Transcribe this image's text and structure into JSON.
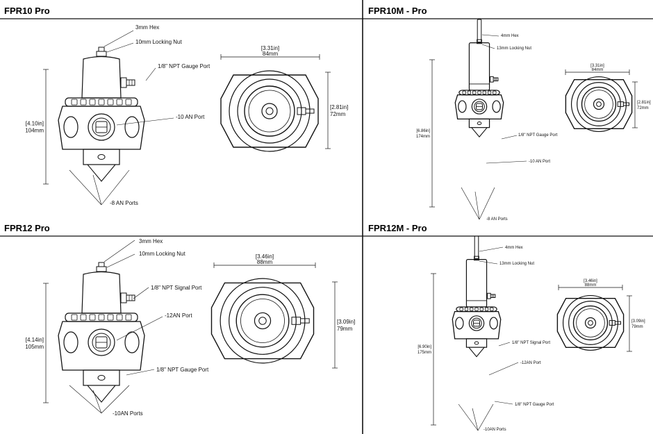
{
  "colors": {
    "line": "#111111",
    "background": "#ffffff"
  },
  "panels": [
    {
      "title": "FPR10 Pro",
      "side_labels": {
        "hex": "3mm Hex",
        "nut": "10mm Locking Nut",
        "gauge": "1/8\" NPT Gauge Port",
        "port": "-10 AN Port",
        "bottom": "-8 AN Ports"
      },
      "dims": {
        "height_in": "[4.10in]",
        "height_mm": "104mm",
        "width_in": "[3.31in]",
        "width_mm": "84mm",
        "top_h_in": "[2.81in]",
        "top_h_mm": "72mm"
      }
    },
    {
      "title": "FPR10M - Pro",
      "side_labels": {
        "hex": "4mm Hex",
        "nut": "13mm Locking Nut",
        "gauge": "1/8\" NPT Gauge Port",
        "port": "-10 AN Port",
        "bottom": "-8 AN Ports"
      },
      "dims": {
        "height_in": "[6.86in]",
        "height_mm": "174mm",
        "width_in": "[3.31in]",
        "width_mm": "84mm",
        "top_h_in": "[2.81in]",
        "top_h_mm": "72mm"
      }
    },
    {
      "title": "FPR12 Pro",
      "side_labels": {
        "hex": "3mm Hex",
        "nut": "10mm Locking Nut",
        "signal": "1/8\" NPT Signal Port",
        "port": "-12AN Port",
        "gauge": "1/8\" NPT Gauge Port",
        "bottom": "-10AN Ports"
      },
      "dims": {
        "height_in": "[4.14in]",
        "height_mm": "105mm",
        "width_in": "[3.46in]",
        "width_mm": "88mm",
        "top_h_in": "[3.09in]",
        "top_h_mm": "79mm"
      }
    },
    {
      "title": "FPR12M - Pro",
      "side_labels": {
        "hex": "4mm Hex",
        "nut": "13mm Locking Nut",
        "signal": "1/8\" NPT Signal Port",
        "port": "-12AN Port",
        "gauge": "1/8\" NPT Gauge Port",
        "bottom": "-10AN Ports"
      },
      "dims": {
        "height_in": "[6.90in]",
        "height_mm": "175mm",
        "width_in": "[3.46in]",
        "width_mm": "88mm",
        "top_h_in": "[3.09in]",
        "top_h_mm": "79mm"
      }
    }
  ]
}
